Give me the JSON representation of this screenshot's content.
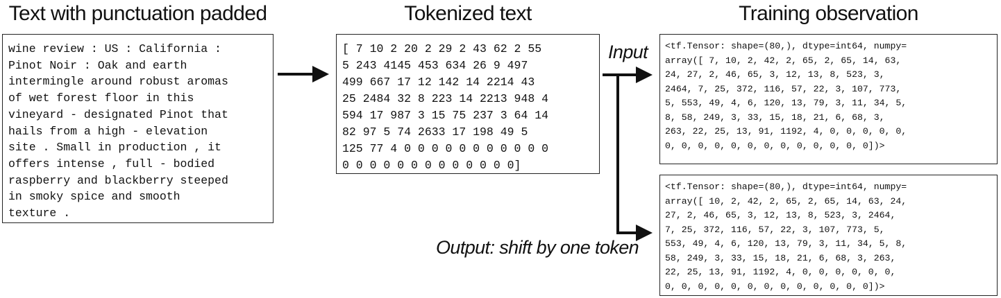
{
  "headings": {
    "padded": "Text with punctuation padded",
    "tokenized": "Tokenized text",
    "training": "Training observation"
  },
  "padded_text_lines": [
    "wine review : US : California :",
    "Pinot Noir : Oak and earth",
    "intermingle around robust aromas",
    "of wet forest floor in this",
    "vineyard - designated Pinot that",
    "hails from a high - elevation",
    "site . Small in production , it",
    "offers intense , full - bodied",
    "raspberry and blackberry steeped",
    "in smoky spice and smooth",
    "texture ."
  ],
  "tokenized_lines": [
    "[ 7 10 2 20 2 29 2 43 62 2 55",
    "5 243 4145 453 634 26 9 497",
    "499 667 17 12 142 14 2214 43",
    "25 2484 32 8 223 14 2213 948 4",
    "594 17 987 3 15 75 237 3 64 14",
    "82 97 5 74 2633 17 198 49 5",
    "125 77 4 0 0 0 0 0 0 0 0 0 0 0",
    "0 0 0 0 0 0 0 0 0 0 0 0 0]"
  ],
  "input_label": "Input",
  "output_label": "Output: shift by one token",
  "input_tensor_lines": [
    "<tf.Tensor: shape=(80,), dtype=int64, numpy=",
    "array([ 7, 10, 2, 42, 2, 65, 2, 65, 14, 63,",
    "24, 27, 2, 46, 65, 3, 12, 13, 8, 523, 3,",
    "2464, 7, 25, 372, 116, 57, 22, 3, 107, 773,",
    "5, 553, 49, 4, 6, 120, 13, 79, 3, 11, 34, 5,",
    "8, 58, 249, 3, 33, 15, 18, 21, 6, 68, 3,",
    "263, 22, 25, 13, 91, 1192, 4, 0, 0, 0, 0, 0,",
    "0, 0, 0, 0, 0, 0, 0, 0, 0, 0, 0, 0, 0])>"
  ],
  "output_tensor_lines": [
    "<tf.Tensor: shape=(80,), dtype=int64, numpy=",
    "array([ 10, 2, 42, 2, 65, 2, 65, 14, 63, 24,",
    "27, 2, 46, 65, 3, 12, 13, 8, 523, 3, 2464,",
    "7, 25, 372, 116, 57, 22, 3, 107, 773, 5,",
    "553, 49, 4, 6, 120, 13, 79, 3, 11, 34, 5, 8,",
    "58, 249, 3, 33, 15, 18, 21, 6, 68, 3, 263,",
    "22, 25, 13, 91, 1192, 4, 0, 0, 0, 0, 0, 0,",
    "0, 0, 0, 0, 0, 0, 0, 0, 0, 0, 0, 0, 0])>"
  ]
}
